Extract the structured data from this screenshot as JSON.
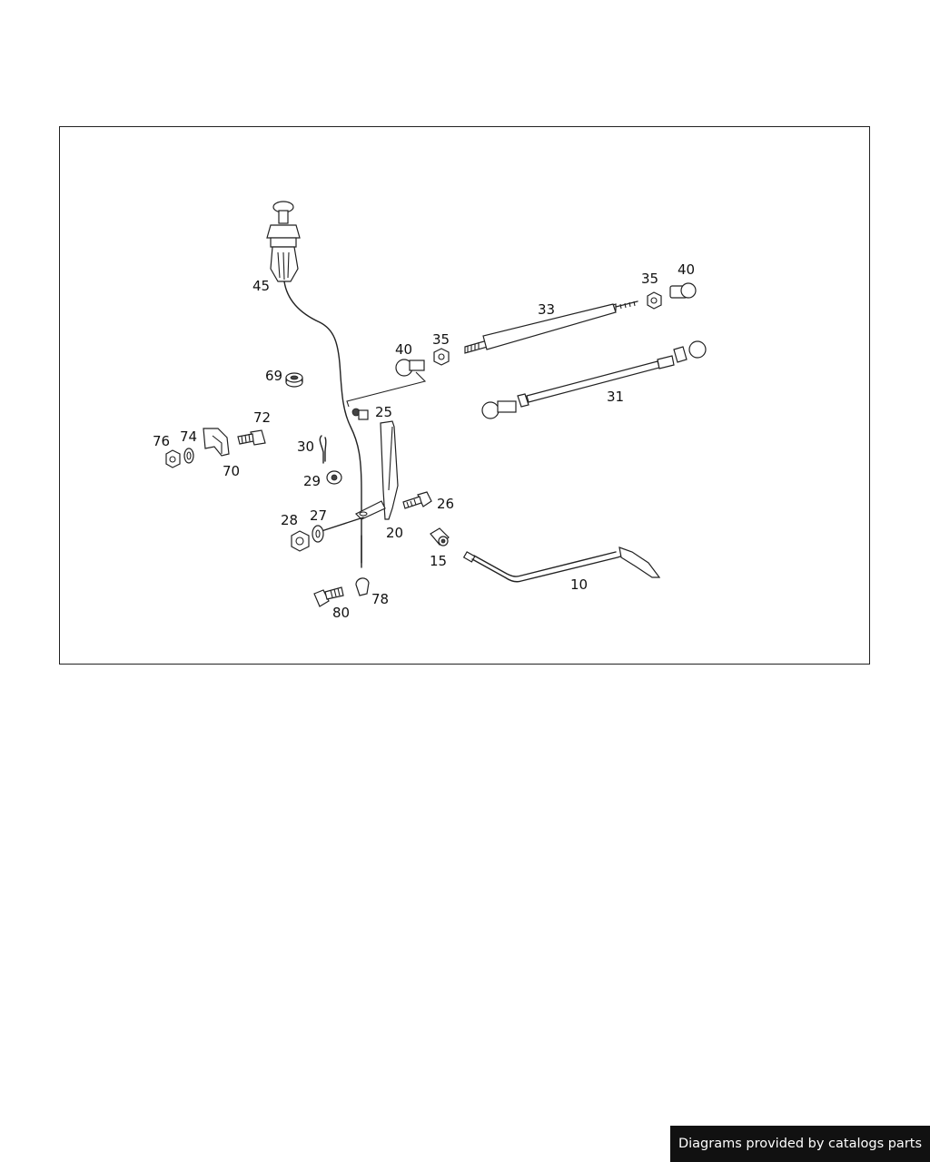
{
  "diagram": {
    "part_labels": [
      {
        "id": "p45",
        "text": "45"
      },
      {
        "id": "p69",
        "text": "69"
      },
      {
        "id": "p40a",
        "text": "40"
      },
      {
        "id": "p35a",
        "text": "35"
      },
      {
        "id": "p33",
        "text": "33"
      },
      {
        "id": "p35b",
        "text": "35"
      },
      {
        "id": "p40b",
        "text": "40"
      },
      {
        "id": "p31",
        "text": "31"
      },
      {
        "id": "p25",
        "text": "25"
      },
      {
        "id": "p72",
        "text": "72"
      },
      {
        "id": "p76",
        "text": "76"
      },
      {
        "id": "p74",
        "text": "74"
      },
      {
        "id": "p70",
        "text": "70"
      },
      {
        "id": "p30",
        "text": "30"
      },
      {
        "id": "p29",
        "text": "29"
      },
      {
        "id": "p26",
        "text": "26"
      },
      {
        "id": "p28",
        "text": "28"
      },
      {
        "id": "p27",
        "text": "27"
      },
      {
        "id": "p20",
        "text": "20"
      },
      {
        "id": "p15",
        "text": "15"
      },
      {
        "id": "p10",
        "text": "10"
      },
      {
        "id": "p78",
        "text": "78"
      },
      {
        "id": "p80",
        "text": "80"
      }
    ]
  },
  "footer": {
    "credit_text": "Diagrams provided by catalogs parts"
  }
}
